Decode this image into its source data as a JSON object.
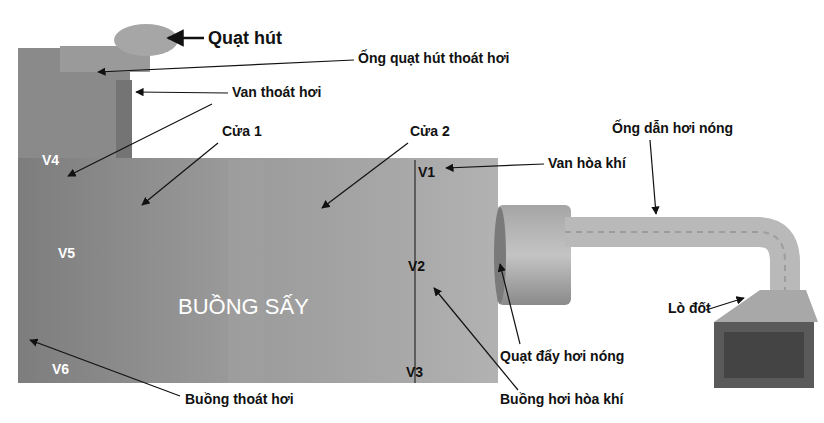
{
  "diagram": {
    "nodes": [
      {
        "text": [
          "BUỒNG SẤY"
        ]
      }
    ],
    "labels": [
      "Quạt hút",
      "Ống quạt hút thoát hơi",
      "Van thoát hơi",
      "Cửa 1",
      "Cửa 2",
      "Ống dẫn hơi nóng",
      "V4",
      "Van hòa khí",
      "V1",
      "V5",
      "V2",
      "Lò đốt",
      "Quạt đẩy hơi nóng",
      "V6",
      "V3",
      "Buồng thoát hơi",
      "Buồng hơi hòa khí"
    ]
  }
}
